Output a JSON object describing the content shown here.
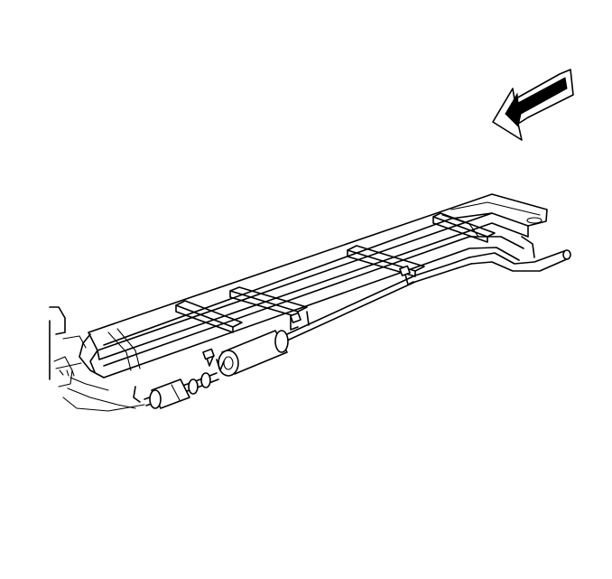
{
  "figure": {
    "description_label": "",
    "stroke_color": "#000000",
    "background_color": "#ffffff",
    "arrow_direction": "front-left",
    "parts": {
      "front_direction_arrow": "arrow-icon",
      "frame_rails": "frame-rails",
      "crossmembers": "frame-crossmembers",
      "muffler": "muffler",
      "catalytic_converter": "catalytic-converter",
      "intermediate_pipe": "intermediate-pipe",
      "tailpipe": "tailpipe",
      "exhaust_hangers": "exhaust-hangers",
      "engine_outline": "engine-outline"
    }
  }
}
